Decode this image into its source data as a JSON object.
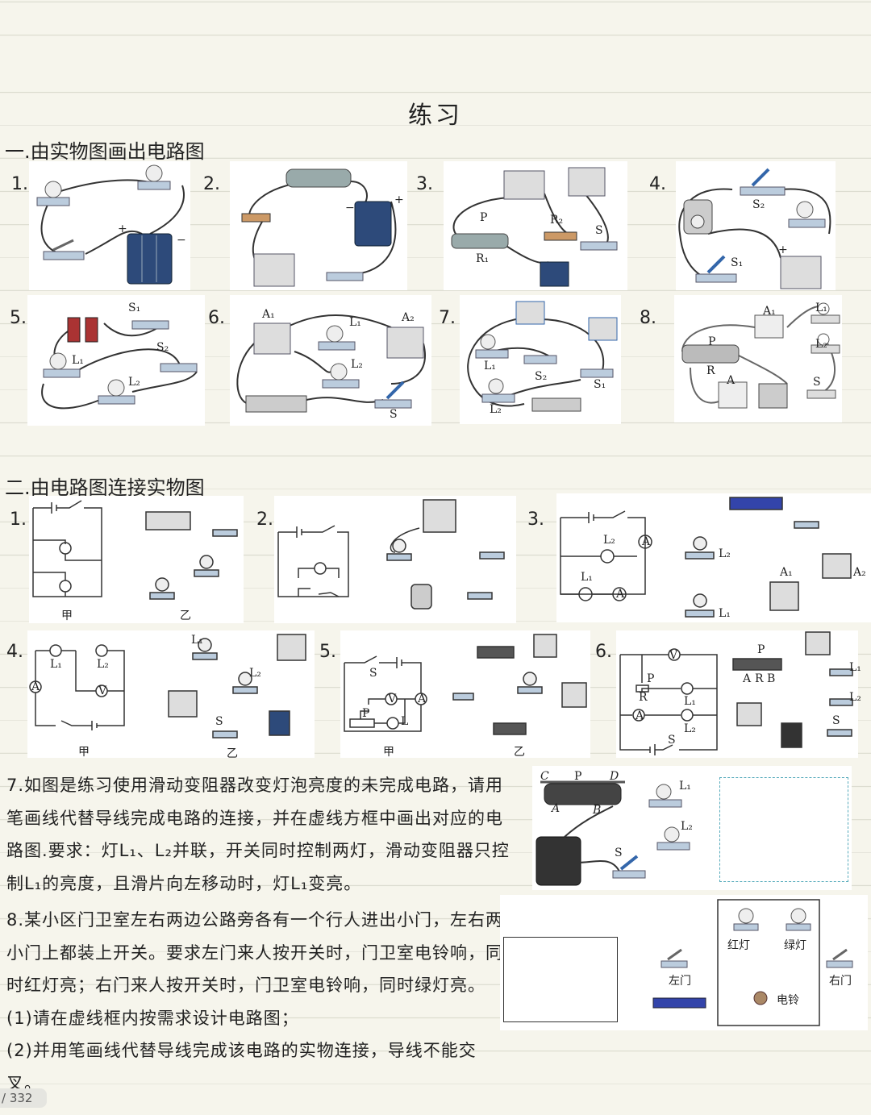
{
  "title": "练习",
  "section1": {
    "heading": "一.由实物图画出电路图",
    "items": [
      {
        "num": "1.",
        "labels": [
          "+",
          "−"
        ]
      },
      {
        "num": "2.",
        "labels": [
          "−",
          "+"
        ]
      },
      {
        "num": "3.",
        "labels": [
          "P",
          "R₂",
          "R₁",
          "S"
        ]
      },
      {
        "num": "4.",
        "labels": [
          "S₂",
          "S₁",
          "+"
        ]
      },
      {
        "num": "5.",
        "labels": [
          "S₁",
          "S₂",
          "L₁",
          "L₂"
        ]
      },
      {
        "num": "6.",
        "labels": [
          "A₁",
          "L₁",
          "A₂",
          "L₂",
          "S"
        ]
      },
      {
        "num": "7.",
        "labels": [
          "L₁",
          "S₂",
          "S₁",
          "L₂"
        ]
      },
      {
        "num": "8.",
        "labels": [
          "A₁",
          "L₁",
          "L₂",
          "P",
          "R",
          "A",
          "S"
        ]
      }
    ]
  },
  "section2": {
    "heading": "二.由电路图连接实物图",
    "items": [
      {
        "num": "1.",
        "labels": [
          "甲",
          "乙"
        ]
      },
      {
        "num": "2.",
        "labels": []
      },
      {
        "num": "3.",
        "labels": [
          "L₂",
          "L₁",
          "A",
          "A",
          "L₂",
          "L₁",
          "A₁",
          "A₂"
        ]
      },
      {
        "num": "4.",
        "labels": [
          "L₁",
          "L₂",
          "A",
          "V",
          "甲",
          "L₁",
          "L₂",
          "S",
          "乙"
        ]
      },
      {
        "num": "5.",
        "labels": [
          "S",
          "V",
          "A",
          "L",
          "P",
          "甲",
          "乙"
        ]
      },
      {
        "num": "6.",
        "labels": [
          "V",
          "P",
          "R",
          "L₁",
          "A",
          "L₂",
          "S",
          "P",
          "A",
          "R",
          "B",
          "L₁",
          "L₂",
          "S"
        ]
      }
    ]
  },
  "q7": {
    "lines": [
      "7.如图是练习使用滑动变阻器改变灯泡亮度的未完成电路，请用",
      "笔画线代替导线完成电路的连接，并在虚线方框中画出对应的电",
      "路图.要求：灯L₁、L₂并联，开关同时控制两灯，滑动变阻器只控",
      "制L₁的亮度，且滑片向左移动时，灯L₁变亮。"
    ],
    "figure_labels": [
      "C",
      "P",
      "D",
      "A",
      "B",
      "L₁",
      "L₂",
      "S"
    ]
  },
  "q8": {
    "lines": [
      "8.某小区门卫室左右两边公路旁各有一个行人进出小门，左右两",
      "小门上都装上开关。要求左门来人按开关时，门卫室电铃响，同",
      "时红灯亮；右门来人按开关时，门卫室电铃响，同时绿灯亮。",
      "(1)请在虚线框内按需求设计电路图；",
      "(2)并用笔画线代替导线完成该电路的实物连接，导线不能交叉。"
    ],
    "figure_labels": {
      "red": "红灯",
      "green": "绿灯",
      "left": "左门",
      "right": "右门",
      "bell": "电铃"
    }
  },
  "page_indicator": "/ 332"
}
